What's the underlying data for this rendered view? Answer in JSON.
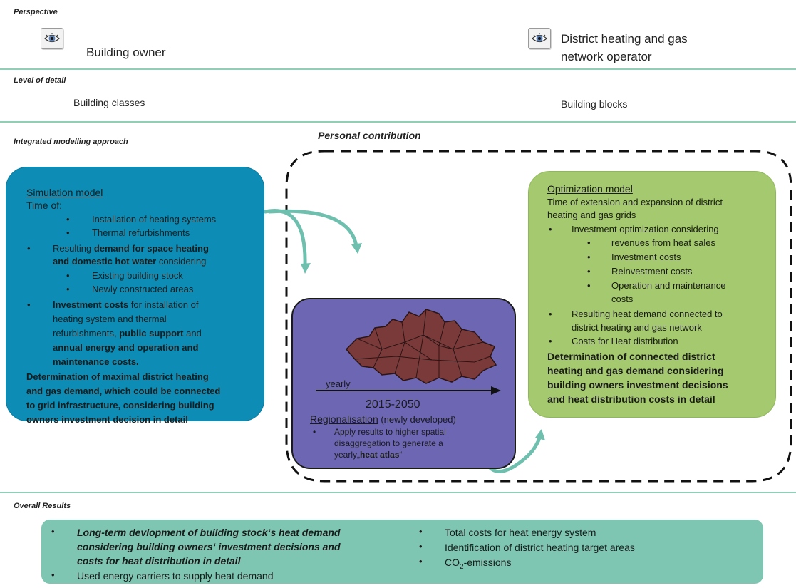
{
  "perspective": {
    "label": "Perspective",
    "owner": "Building owner",
    "operator_line1": "District heating and gas",
    "operator_line2": "network operator",
    "icon": "eye-icon"
  },
  "level_of_detail": {
    "label": "Level of detail",
    "left": "Building classes",
    "right": "Building blocks"
  },
  "integrated": {
    "label": "Integrated modelling  approach",
    "personal_contribution": "Personal contribution"
  },
  "simulation": {
    "title": "Simulation  model",
    "time_of": "Time of:",
    "sub1": "Installation of heating systems",
    "sub2": "Thermal refurbishments",
    "demand_pre": "Resulting ",
    "demand_bold1": "demand for space heating",
    "demand_bold2": "and domestic hot water",
    "demand_post": " considering",
    "sub3": "Existing building  stock",
    "sub4": "Newly constructed areas",
    "inv_bold": "Investment costs",
    "inv_post": " for installation  of",
    "inv_line2": "heating system and thermal",
    "inv_line3_pre": "refurbishments,  ",
    "inv_line3_bold": "public support",
    "inv_line3_post": " and",
    "inv_line4": "annual energy and operation and",
    "inv_line5": "maintenance costs.",
    "concl1": "Determination of maximal district heating",
    "concl2": "and gas demand, which could be connected",
    "concl3": "to grid infrastructure, considering building",
    "concl4": "owners investment decision in detail"
  },
  "regionalisation": {
    "map_icon": "district-map-icon",
    "yearly": "yearly",
    "period": "2015-2050",
    "title": "Regionalisation",
    "title_note": " (newly developed)",
    "bullet1": "Apply results to higher spatial",
    "bullet2": "disaggregation to generate  a",
    "bullet3_pre": "yearly„",
    "bullet3_bold": "heat atlas",
    "bullet3_post": "“"
  },
  "optimization": {
    "title": "Optimization model",
    "line1": "Time of extension and expansion of district",
    "line2": "heating and gas grids",
    "b1": "Investment optimization considering",
    "s1": "revenues from heat sales",
    "s2": "Investment costs",
    "s3": "Reinvestment costs",
    "s4a": "Operation and maintenance",
    "s4b": "costs",
    "b2a": "Resulting heat demand connected to",
    "b2b": "district heating and gas network",
    "b3": "Costs for Heat distribution",
    "c1": "Determination  of  connected  district",
    "c2": "heating  and  gas  demand  considering",
    "c3": "building owners investment decisions",
    "c4": "and heat distribution costs in detail"
  },
  "results": {
    "label": "Overall Results",
    "l1": "Long-term devlopment of building stock‘s heat demand",
    "l2": "considering building owners‘  investment decisions and",
    "l3": "costs for heat distribution in detail",
    "l4": "Used energy carriers to supply heat demand",
    "r1": "Total costs for heat energy system",
    "r2": "Identification of district heating target areas",
    "r3_pre": "CO",
    "r3_sub": "2",
    "r3_post": "-emissions"
  },
  "colors": {
    "simulation": "#0d8db5",
    "optimization": "#a4c96f",
    "regionalisation": "#6c66b3",
    "results": "#7ec6b2",
    "rule": "#8fcfb6",
    "arrow": "#6fbfae"
  }
}
